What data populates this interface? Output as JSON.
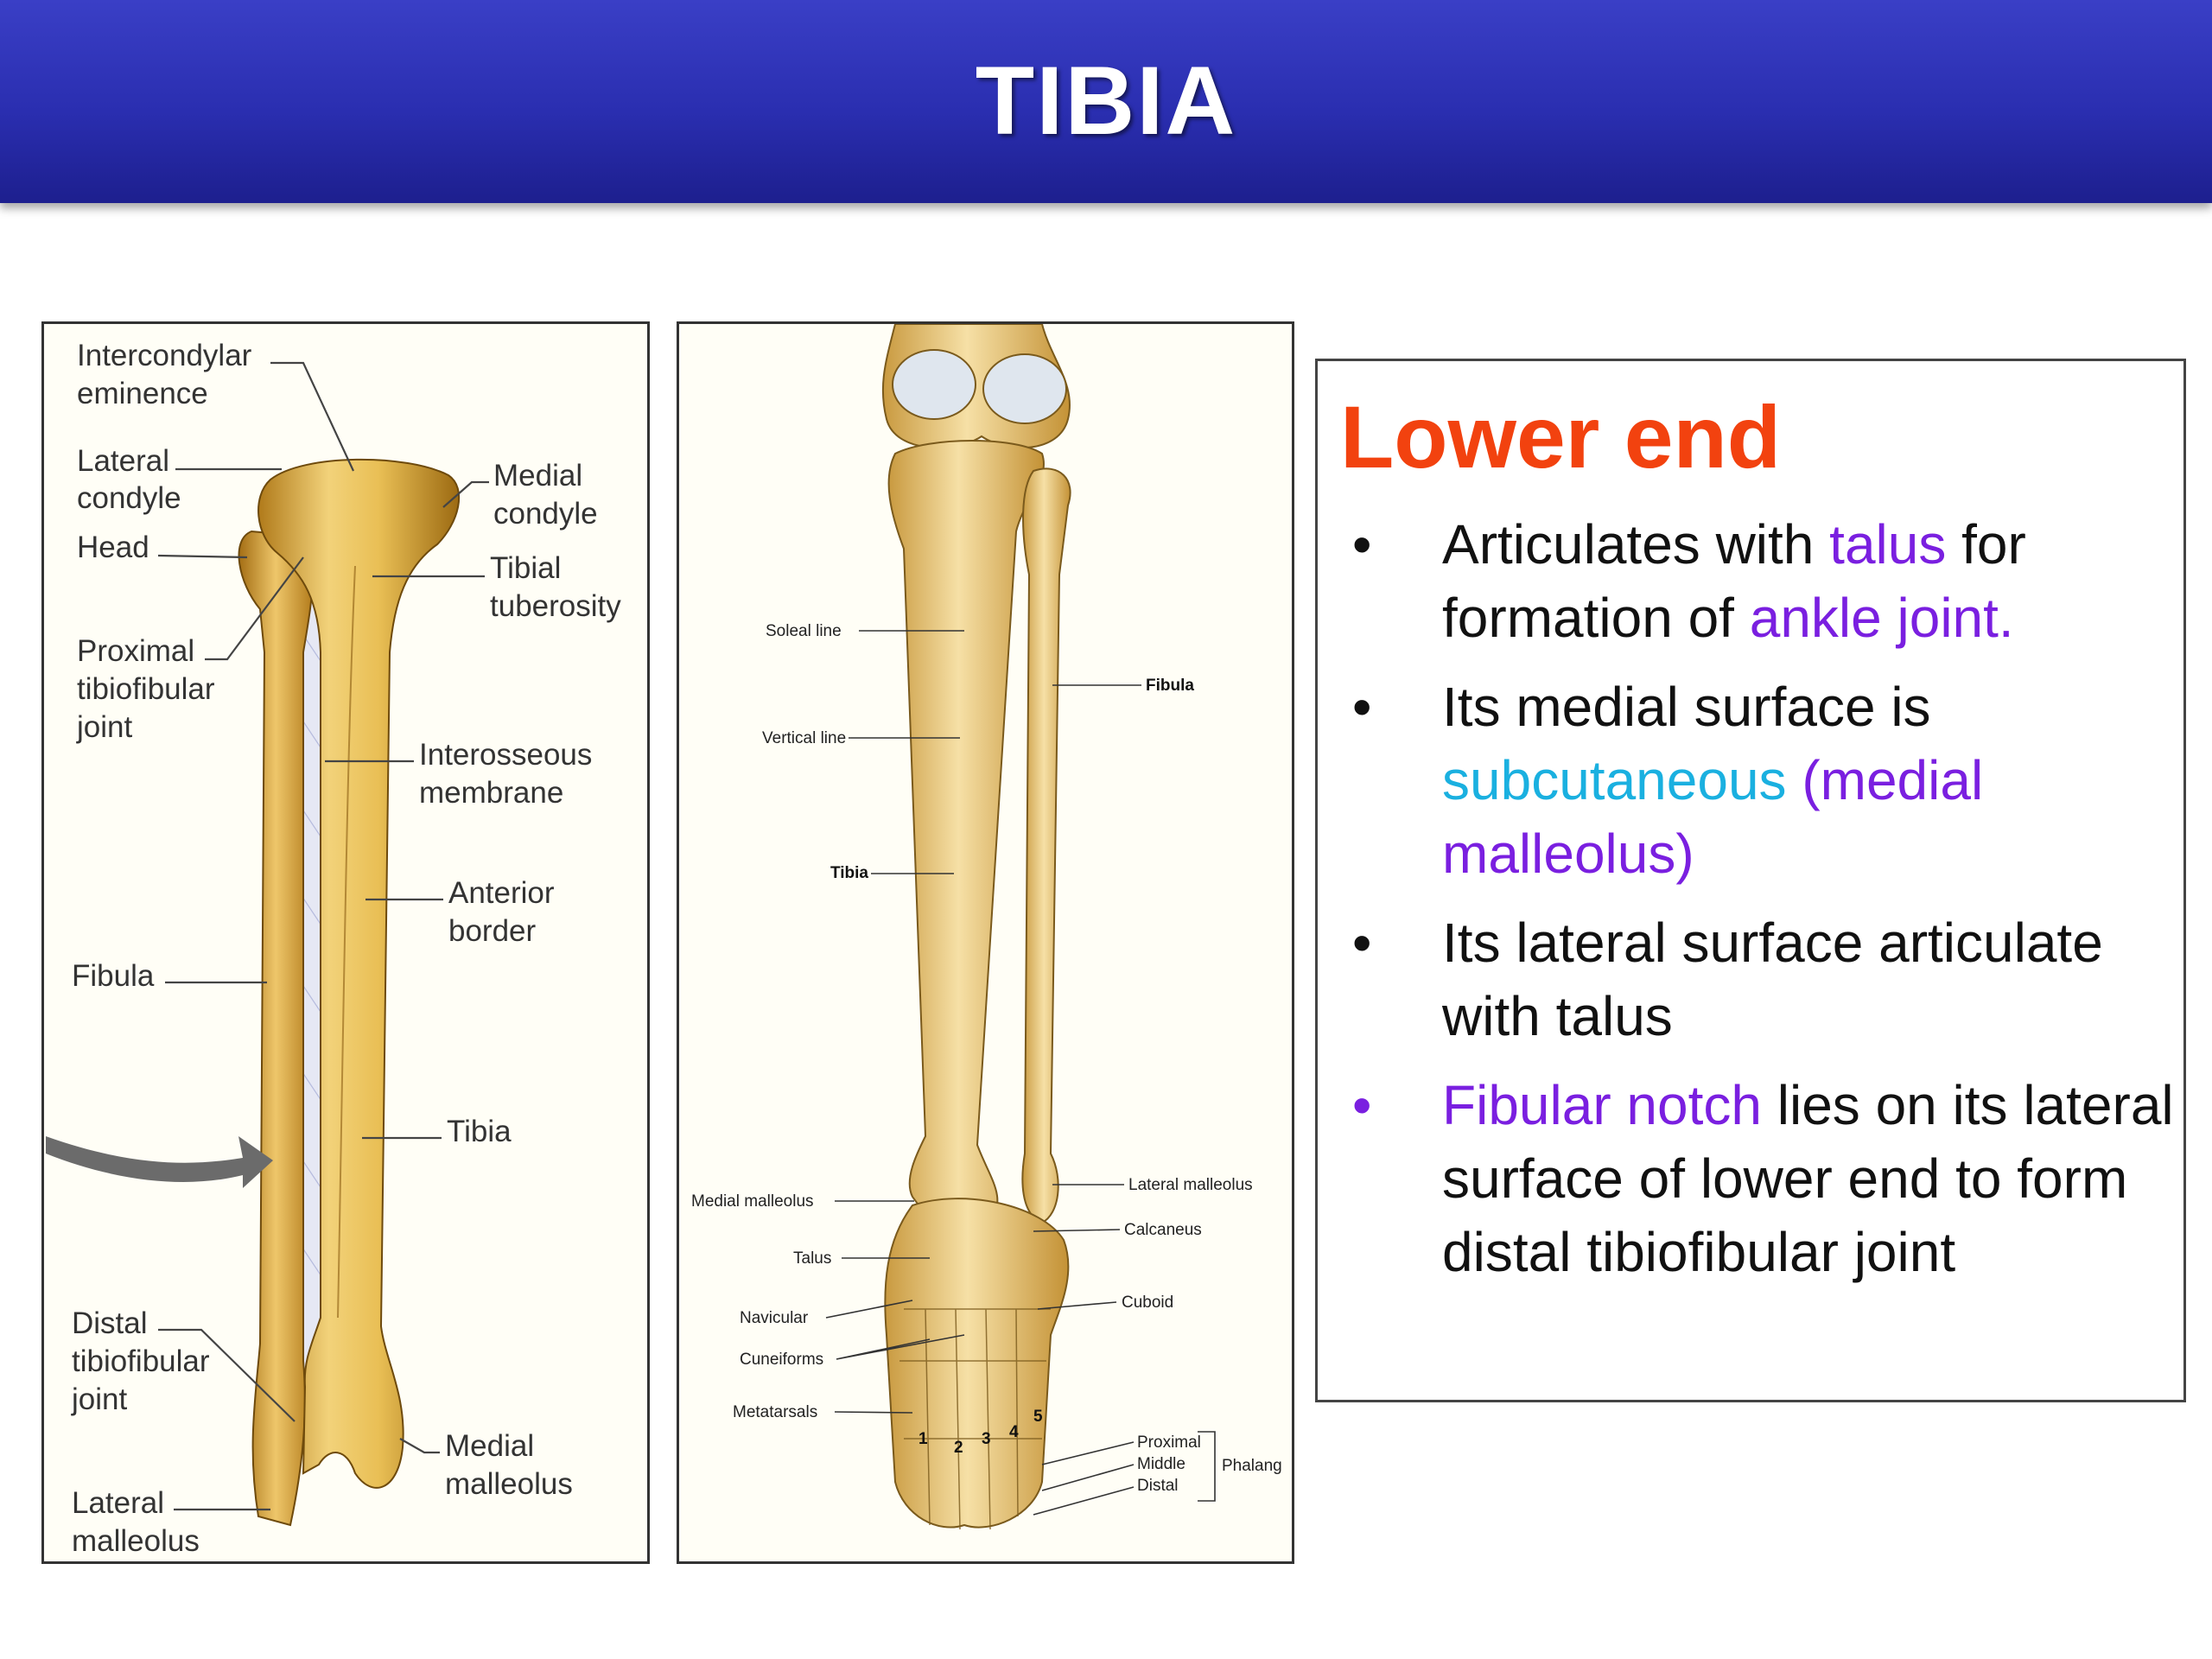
{
  "header": {
    "title": "TIBIA"
  },
  "figure_left": {
    "labels": {
      "intercondylar_1": "Intercondylar",
      "intercondylar_2": "eminence",
      "lateral_condyle_1": "Lateral",
      "lateral_condyle_2": "condyle",
      "head": "Head",
      "proximal_1": "Proximal",
      "proximal_2": "tibiofibular",
      "proximal_3": "joint",
      "fibula": "Fibula",
      "distal_1": "Distal",
      "distal_2": "tibiofibular",
      "distal_3": "joint",
      "lateral_malleolus_1": "Lateral",
      "lateral_malleolus_2": "malleolus",
      "medial_condyle_1": "Medial",
      "medial_condyle_2": "condyle",
      "tibial_tuberosity_1": "Tibial",
      "tibial_tuberosity_2": "tuberosity",
      "interosseous_1": "Interosseous",
      "interosseous_2": "membrane",
      "anterior_border_1": "Anterior",
      "anterior_border_2": "border",
      "tibia": "Tibia",
      "medial_malleolus_1": "Medial",
      "medial_malleolus_2": "malleolus"
    }
  },
  "figure_right": {
    "labels": {
      "soleal_line": "Soleal line",
      "vertical_line": "Vertical line",
      "tibia": "Tibia",
      "fibula": "Fibula",
      "medial_malleolus": "Medial malleolus",
      "talus": "Talus",
      "navicular": "Navicular",
      "cuneiforms": "Cuneiforms",
      "metatarsals": "Metatarsals",
      "lateral_malleolus": "Lateral malleolus",
      "calcaneus": "Calcaneus",
      "cuboid": "Cuboid",
      "proximal": "Proximal",
      "middle": "Middle",
      "distal": "Distal",
      "phalanges": "Phalang",
      "digit_1": "1",
      "digit_2": "2",
      "digit_3": "3",
      "digit_4": "4",
      "digit_5": "5"
    }
  },
  "text_panel": {
    "heading": "Lower end",
    "bullets": [
      {
        "b1_p1": "Articulates with ",
        "b1_p2": "talus",
        "b1_p3": " for formation of ",
        "b1_p4": "ankle joint."
      },
      {
        "b2_p1": "Its medial surface is ",
        "b2_p2": "subcutaneous",
        "b2_p3": " (medial malleolus)"
      },
      {
        "b3_p1": "Its lateral surface articulate with talus"
      },
      {
        "b4_p1": "Fibular notch",
        "b4_p2": " lies on its lateral surface of lower end to form distal tibiofibular joint"
      }
    ],
    "bullet_symbol": "•",
    "colors": {
      "heading": "#f2420f",
      "highlight_purple": "#7a1fe0",
      "highlight_cyan": "#1ab0e0"
    }
  }
}
